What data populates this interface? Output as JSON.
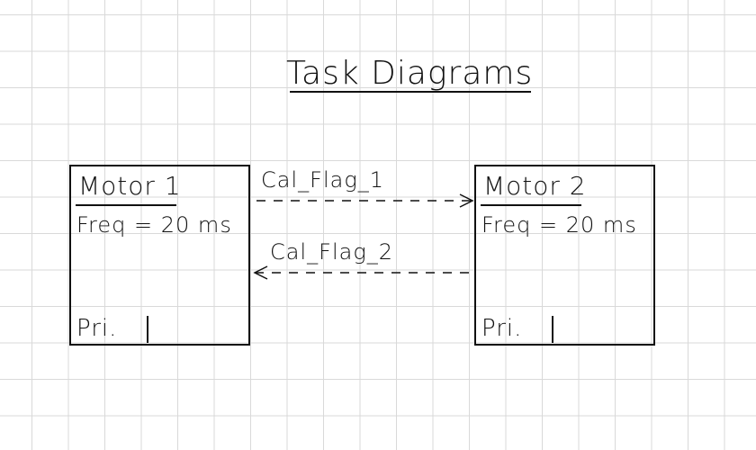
{
  "title": "Task Diagrams",
  "tasks": [
    {
      "name": "Motor 1",
      "freq": "Freq = 20 ms",
      "priority": "Pri."
    },
    {
      "name": "Motor 2",
      "freq": "Freq = 20 ms",
      "priority": "Pri."
    }
  ],
  "flags": [
    {
      "label": "Cal_Flag_1",
      "from": "Motor 1",
      "to": "Motor 2"
    },
    {
      "label": "Cal_Flag_2",
      "from": "Motor 2",
      "to": "Motor 1"
    }
  ],
  "colors": {
    "ink": "#111111",
    "grid": "#d9d9d9",
    "paper": "#ffffff"
  }
}
